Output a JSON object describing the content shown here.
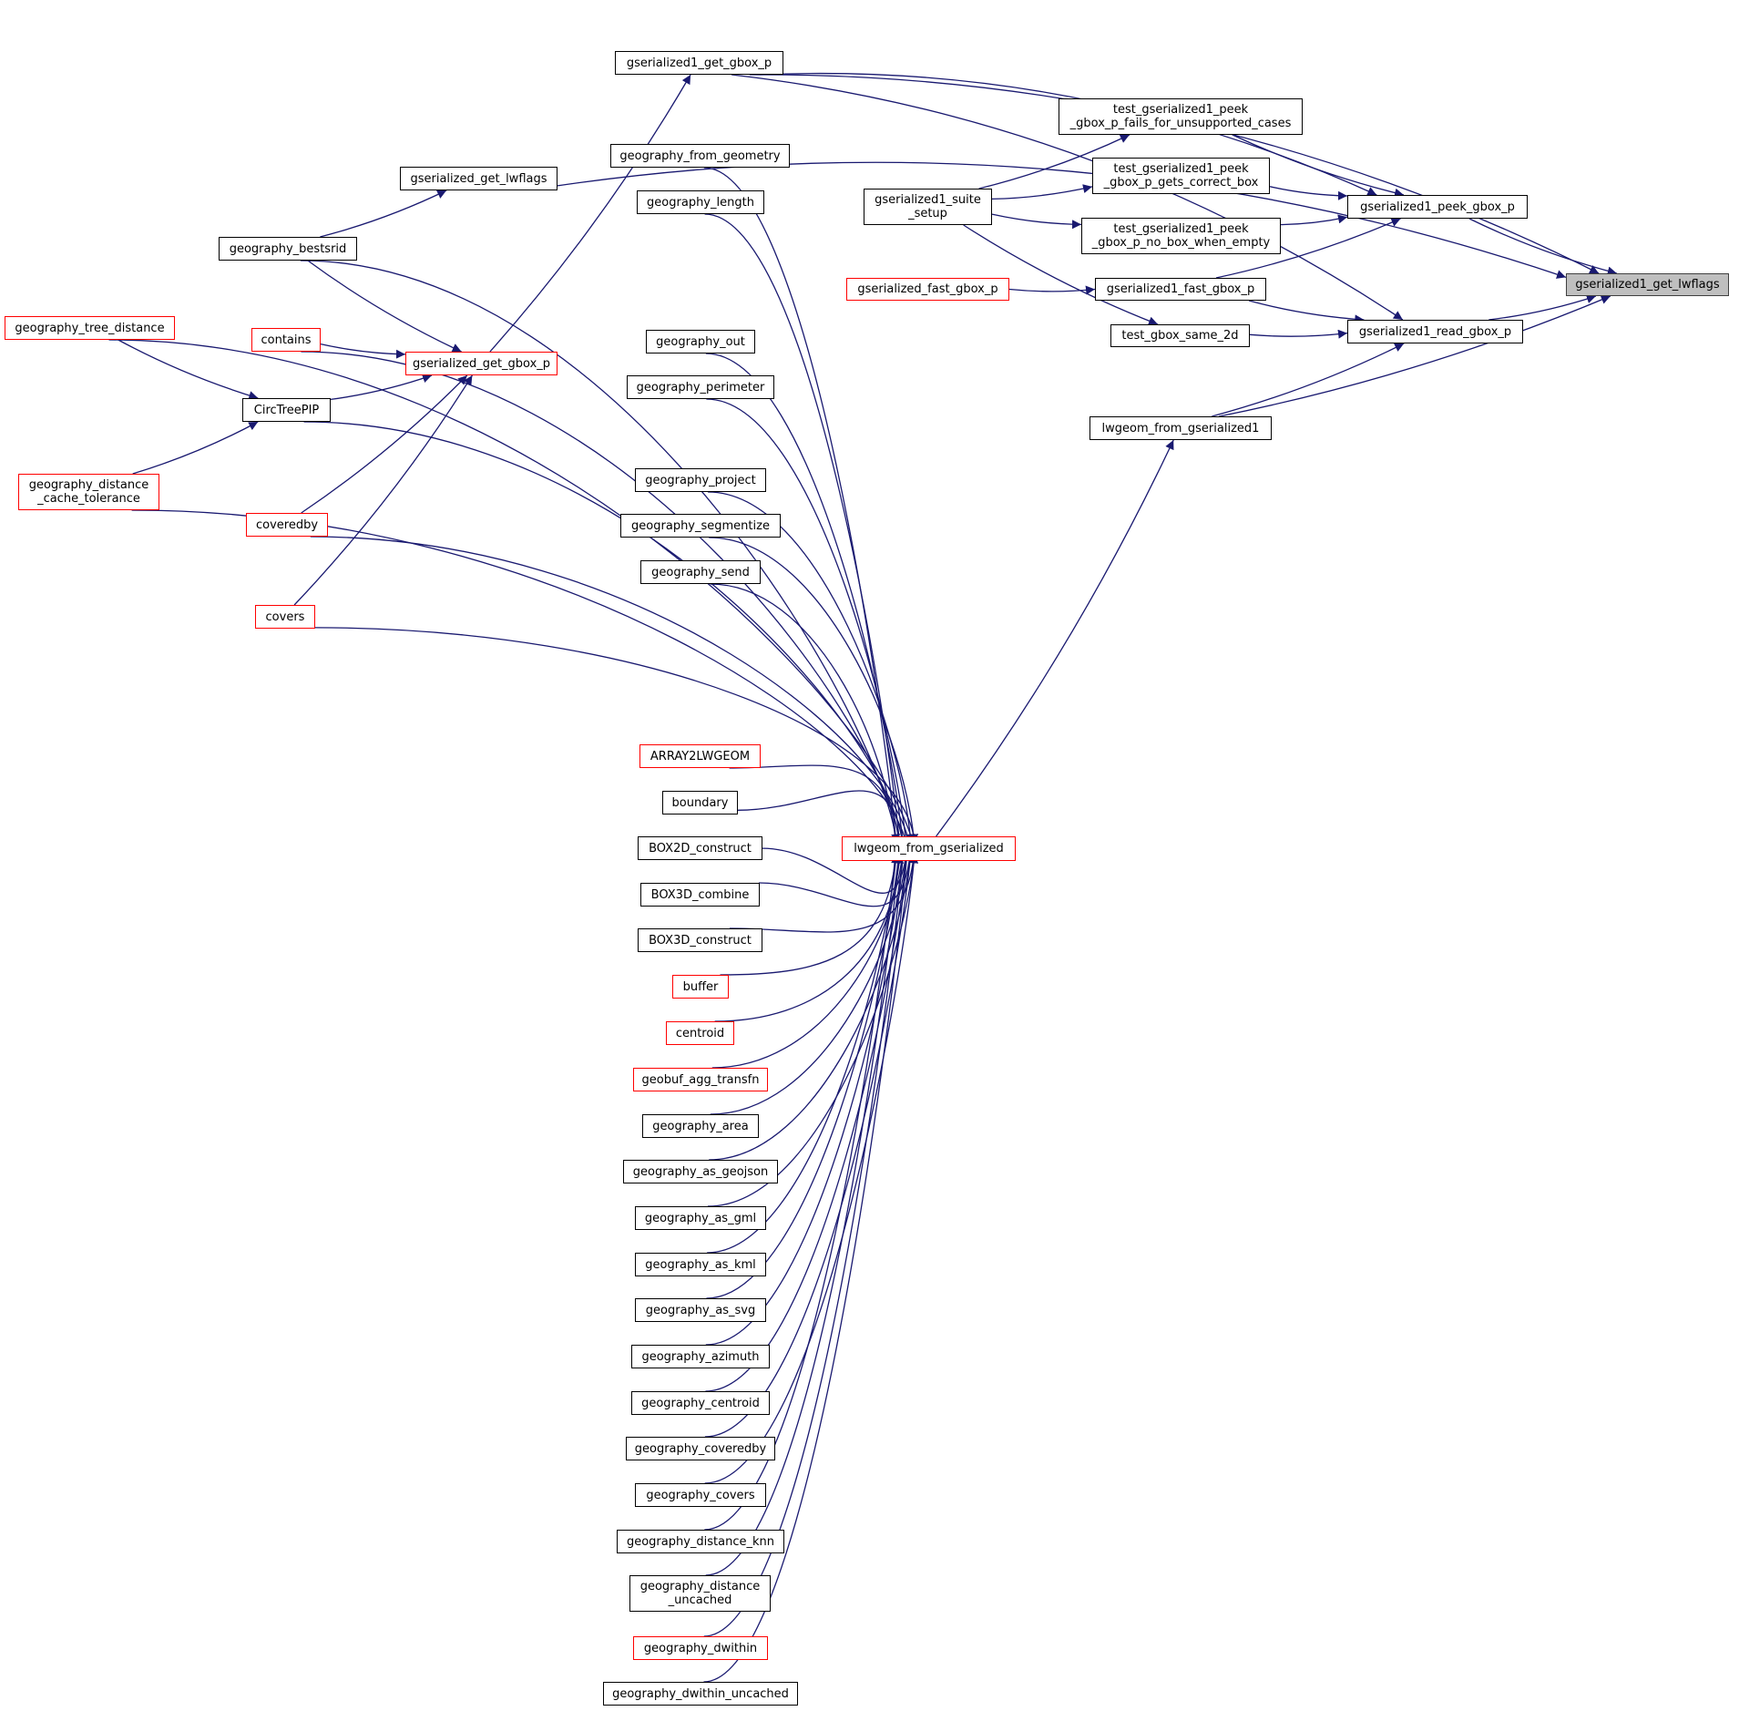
{
  "colors": {
    "edge": "#191970",
    "node_border": "#000000",
    "truncated_border": "#ff0000",
    "root_fill": "#bfbfbf"
  },
  "nodes": [
    {
      "id": "root",
      "label": "gserialized1_get_lwflags",
      "style": "root"
    },
    {
      "id": "peek",
      "label": "gserialized1_peek_gbox_p",
      "style": "normal"
    },
    {
      "id": "read",
      "label": "gserialized1_read_gbox_p",
      "style": "normal"
    },
    {
      "id": "g1gbox",
      "label": "gserialized1_get_gbox_p",
      "style": "normal"
    },
    {
      "id": "tfail",
      "label": "test_gserialized1_peek\n_gbox_p_fails_for_unsupported_cases",
      "style": "normal"
    },
    {
      "id": "tcorrect",
      "label": "test_gserialized1_peek\n_gbox_p_gets_correct_box",
      "style": "normal"
    },
    {
      "id": "tnobox",
      "label": "test_gserialized1_peek\n_gbox_p_no_box_when_empty",
      "style": "normal"
    },
    {
      "id": "suite",
      "label": "gserialized1_suite\n_setup",
      "style": "normal"
    },
    {
      "id": "ffast",
      "label": "gserialized1_fast_gbox_p",
      "style": "normal"
    },
    {
      "id": "gfast",
      "label": "gserialized_fast_gbox_p",
      "style": "red"
    },
    {
      "id": "tsame",
      "label": "test_gbox_same_2d",
      "style": "normal"
    },
    {
      "id": "lfg1",
      "label": "lwgeom_from_gserialized1",
      "style": "normal"
    },
    {
      "id": "gglwflags",
      "label": "gserialized_get_lwflags",
      "style": "normal"
    },
    {
      "id": "bestsrid",
      "label": "geography_bestsrid",
      "style": "normal"
    },
    {
      "id": "treedist",
      "label": "geography_tree_distance",
      "style": "red"
    },
    {
      "id": "contains",
      "label": "contains",
      "style": "red"
    },
    {
      "id": "getgbox",
      "label": "gserialized_get_gbox_p",
      "style": "red"
    },
    {
      "id": "circ",
      "label": "CircTreePIP",
      "style": "normal"
    },
    {
      "id": "distcache",
      "label": "geography_distance\n_cache_tolerance",
      "style": "red"
    },
    {
      "id": "coveredby",
      "label": "coveredby",
      "style": "red"
    },
    {
      "id": "covers",
      "label": "covers",
      "style": "red"
    },
    {
      "id": "lfg",
      "label": "lwgeom_from_gserialized",
      "style": "red"
    },
    {
      "id": "fromgeom",
      "label": "geography_from_geometry",
      "style": "normal"
    },
    {
      "id": "length",
      "label": "geography_length",
      "style": "normal"
    },
    {
      "id": "out",
      "label": "geography_out",
      "style": "normal"
    },
    {
      "id": "perimeter",
      "label": "geography_perimeter",
      "style": "normal"
    },
    {
      "id": "project",
      "label": "geography_project",
      "style": "normal"
    },
    {
      "id": "segmentize",
      "label": "geography_segmentize",
      "style": "normal"
    },
    {
      "id": "send",
      "label": "geography_send",
      "style": "normal"
    },
    {
      "id": "array2",
      "label": "ARRAY2LWGEOM",
      "style": "red"
    },
    {
      "id": "boundary",
      "label": "boundary",
      "style": "normal"
    },
    {
      "id": "box2d",
      "label": "BOX2D_construct",
      "style": "normal"
    },
    {
      "id": "box3dcomb",
      "label": "BOX3D_combine",
      "style": "normal"
    },
    {
      "id": "box3dcons",
      "label": "BOX3D_construct",
      "style": "normal"
    },
    {
      "id": "buffer",
      "label": "buffer",
      "style": "red"
    },
    {
      "id": "centroid",
      "label": "centroid",
      "style": "red"
    },
    {
      "id": "geobuf",
      "label": "geobuf_agg_transfn",
      "style": "red"
    },
    {
      "id": "area",
      "label": "geography_area",
      "style": "normal"
    },
    {
      "id": "geojson",
      "label": "geography_as_geojson",
      "style": "normal"
    },
    {
      "id": "gml",
      "label": "geography_as_gml",
      "style": "normal"
    },
    {
      "id": "kml",
      "label": "geography_as_kml",
      "style": "normal"
    },
    {
      "id": "svg",
      "label": "geography_as_svg",
      "style": "normal"
    },
    {
      "id": "azimuth",
      "label": "geography_azimuth",
      "style": "normal"
    },
    {
      "id": "gcentroid",
      "label": "geography_centroid",
      "style": "normal"
    },
    {
      "id": "gcoveredby",
      "label": "geography_coveredby",
      "style": "normal"
    },
    {
      "id": "gcovers",
      "label": "geography_covers",
      "style": "normal"
    },
    {
      "id": "knn",
      "label": "geography_distance_knn",
      "style": "normal"
    },
    {
      "id": "uncached",
      "label": "geography_distance\n_uncached",
      "style": "normal"
    },
    {
      "id": "dwithin",
      "label": "geography_dwithin",
      "style": "red"
    },
    {
      "id": "dwithinu",
      "label": "geography_dwithin_uncached",
      "style": "normal"
    }
  ],
  "edges": [
    {
      "from": "peek",
      "to": "root"
    },
    {
      "from": "read",
      "to": "root"
    },
    {
      "from": "g1gbox",
      "to": "root"
    },
    {
      "from": "lfg1",
      "to": "root"
    },
    {
      "from": "tfail",
      "to": "peek"
    },
    {
      "from": "tcorrect",
      "to": "peek"
    },
    {
      "from": "tnobox",
      "to": "peek"
    },
    {
      "from": "ffast",
      "to": "peek"
    },
    {
      "from": "g1gbox",
      "to": "peek"
    },
    {
      "from": "ffast",
      "to": "read"
    },
    {
      "from": "tsame",
      "to": "read"
    },
    {
      "from": "lfg1",
      "to": "read"
    },
    {
      "from": "g1gbox",
      "to": "read"
    },
    {
      "from": "suite",
      "to": "tfail"
    },
    {
      "from": "suite",
      "to": "tcorrect"
    },
    {
      "from": "suite",
      "to": "tnobox"
    },
    {
      "from": "suite",
      "to": "tsame"
    },
    {
      "from": "gfast",
      "to": "ffast"
    },
    {
      "from": "lfg",
      "to": "lfg1"
    },
    {
      "from": "getgbox",
      "to": "g1gbox"
    },
    {
      "from": "bestsrid",
      "to": "gglwflags"
    },
    {
      "from": "treedist",
      "to": "circ"
    },
    {
      "from": "distcache",
      "to": "circ"
    },
    {
      "from": "bestsrid",
      "to": "getgbox"
    },
    {
      "from": "contains",
      "to": "getgbox"
    },
    {
      "from": "circ",
      "to": "getgbox"
    },
    {
      "from": "coveredby",
      "to": "getgbox"
    },
    {
      "from": "covers",
      "to": "getgbox"
    },
    {
      "from": "gglwflags",
      "to": "root"
    },
    {
      "from": "treedist",
      "to": "lfg"
    },
    {
      "from": "bestsrid",
      "to": "lfg"
    },
    {
      "from": "contains",
      "to": "lfg"
    },
    {
      "from": "circ",
      "to": "lfg"
    },
    {
      "from": "distcache",
      "to": "lfg"
    },
    {
      "from": "coveredby",
      "to": "lfg"
    },
    {
      "from": "covers",
      "to": "lfg"
    },
    {
      "from": "fromgeom",
      "to": "lfg"
    },
    {
      "from": "length",
      "to": "lfg"
    },
    {
      "from": "out",
      "to": "lfg"
    },
    {
      "from": "perimeter",
      "to": "lfg"
    },
    {
      "from": "project",
      "to": "lfg"
    },
    {
      "from": "segmentize",
      "to": "lfg"
    },
    {
      "from": "send",
      "to": "lfg"
    },
    {
      "from": "array2",
      "to": "lfg"
    },
    {
      "from": "boundary",
      "to": "lfg"
    },
    {
      "from": "box2d",
      "to": "lfg"
    },
    {
      "from": "box3dcomb",
      "to": "lfg"
    },
    {
      "from": "box3dcons",
      "to": "lfg"
    },
    {
      "from": "buffer",
      "to": "lfg"
    },
    {
      "from": "centroid",
      "to": "lfg"
    },
    {
      "from": "geobuf",
      "to": "lfg"
    },
    {
      "from": "area",
      "to": "lfg"
    },
    {
      "from": "geojson",
      "to": "lfg"
    },
    {
      "from": "gml",
      "to": "lfg"
    },
    {
      "from": "kml",
      "to": "lfg"
    },
    {
      "from": "svg",
      "to": "lfg"
    },
    {
      "from": "azimuth",
      "to": "lfg"
    },
    {
      "from": "gcentroid",
      "to": "lfg"
    },
    {
      "from": "gcoveredby",
      "to": "lfg"
    },
    {
      "from": "gcovers",
      "to": "lfg"
    },
    {
      "from": "knn",
      "to": "lfg"
    },
    {
      "from": "uncached",
      "to": "lfg"
    },
    {
      "from": "dwithin",
      "to": "lfg"
    },
    {
      "from": "dwithinu",
      "to": "lfg"
    }
  ]
}
